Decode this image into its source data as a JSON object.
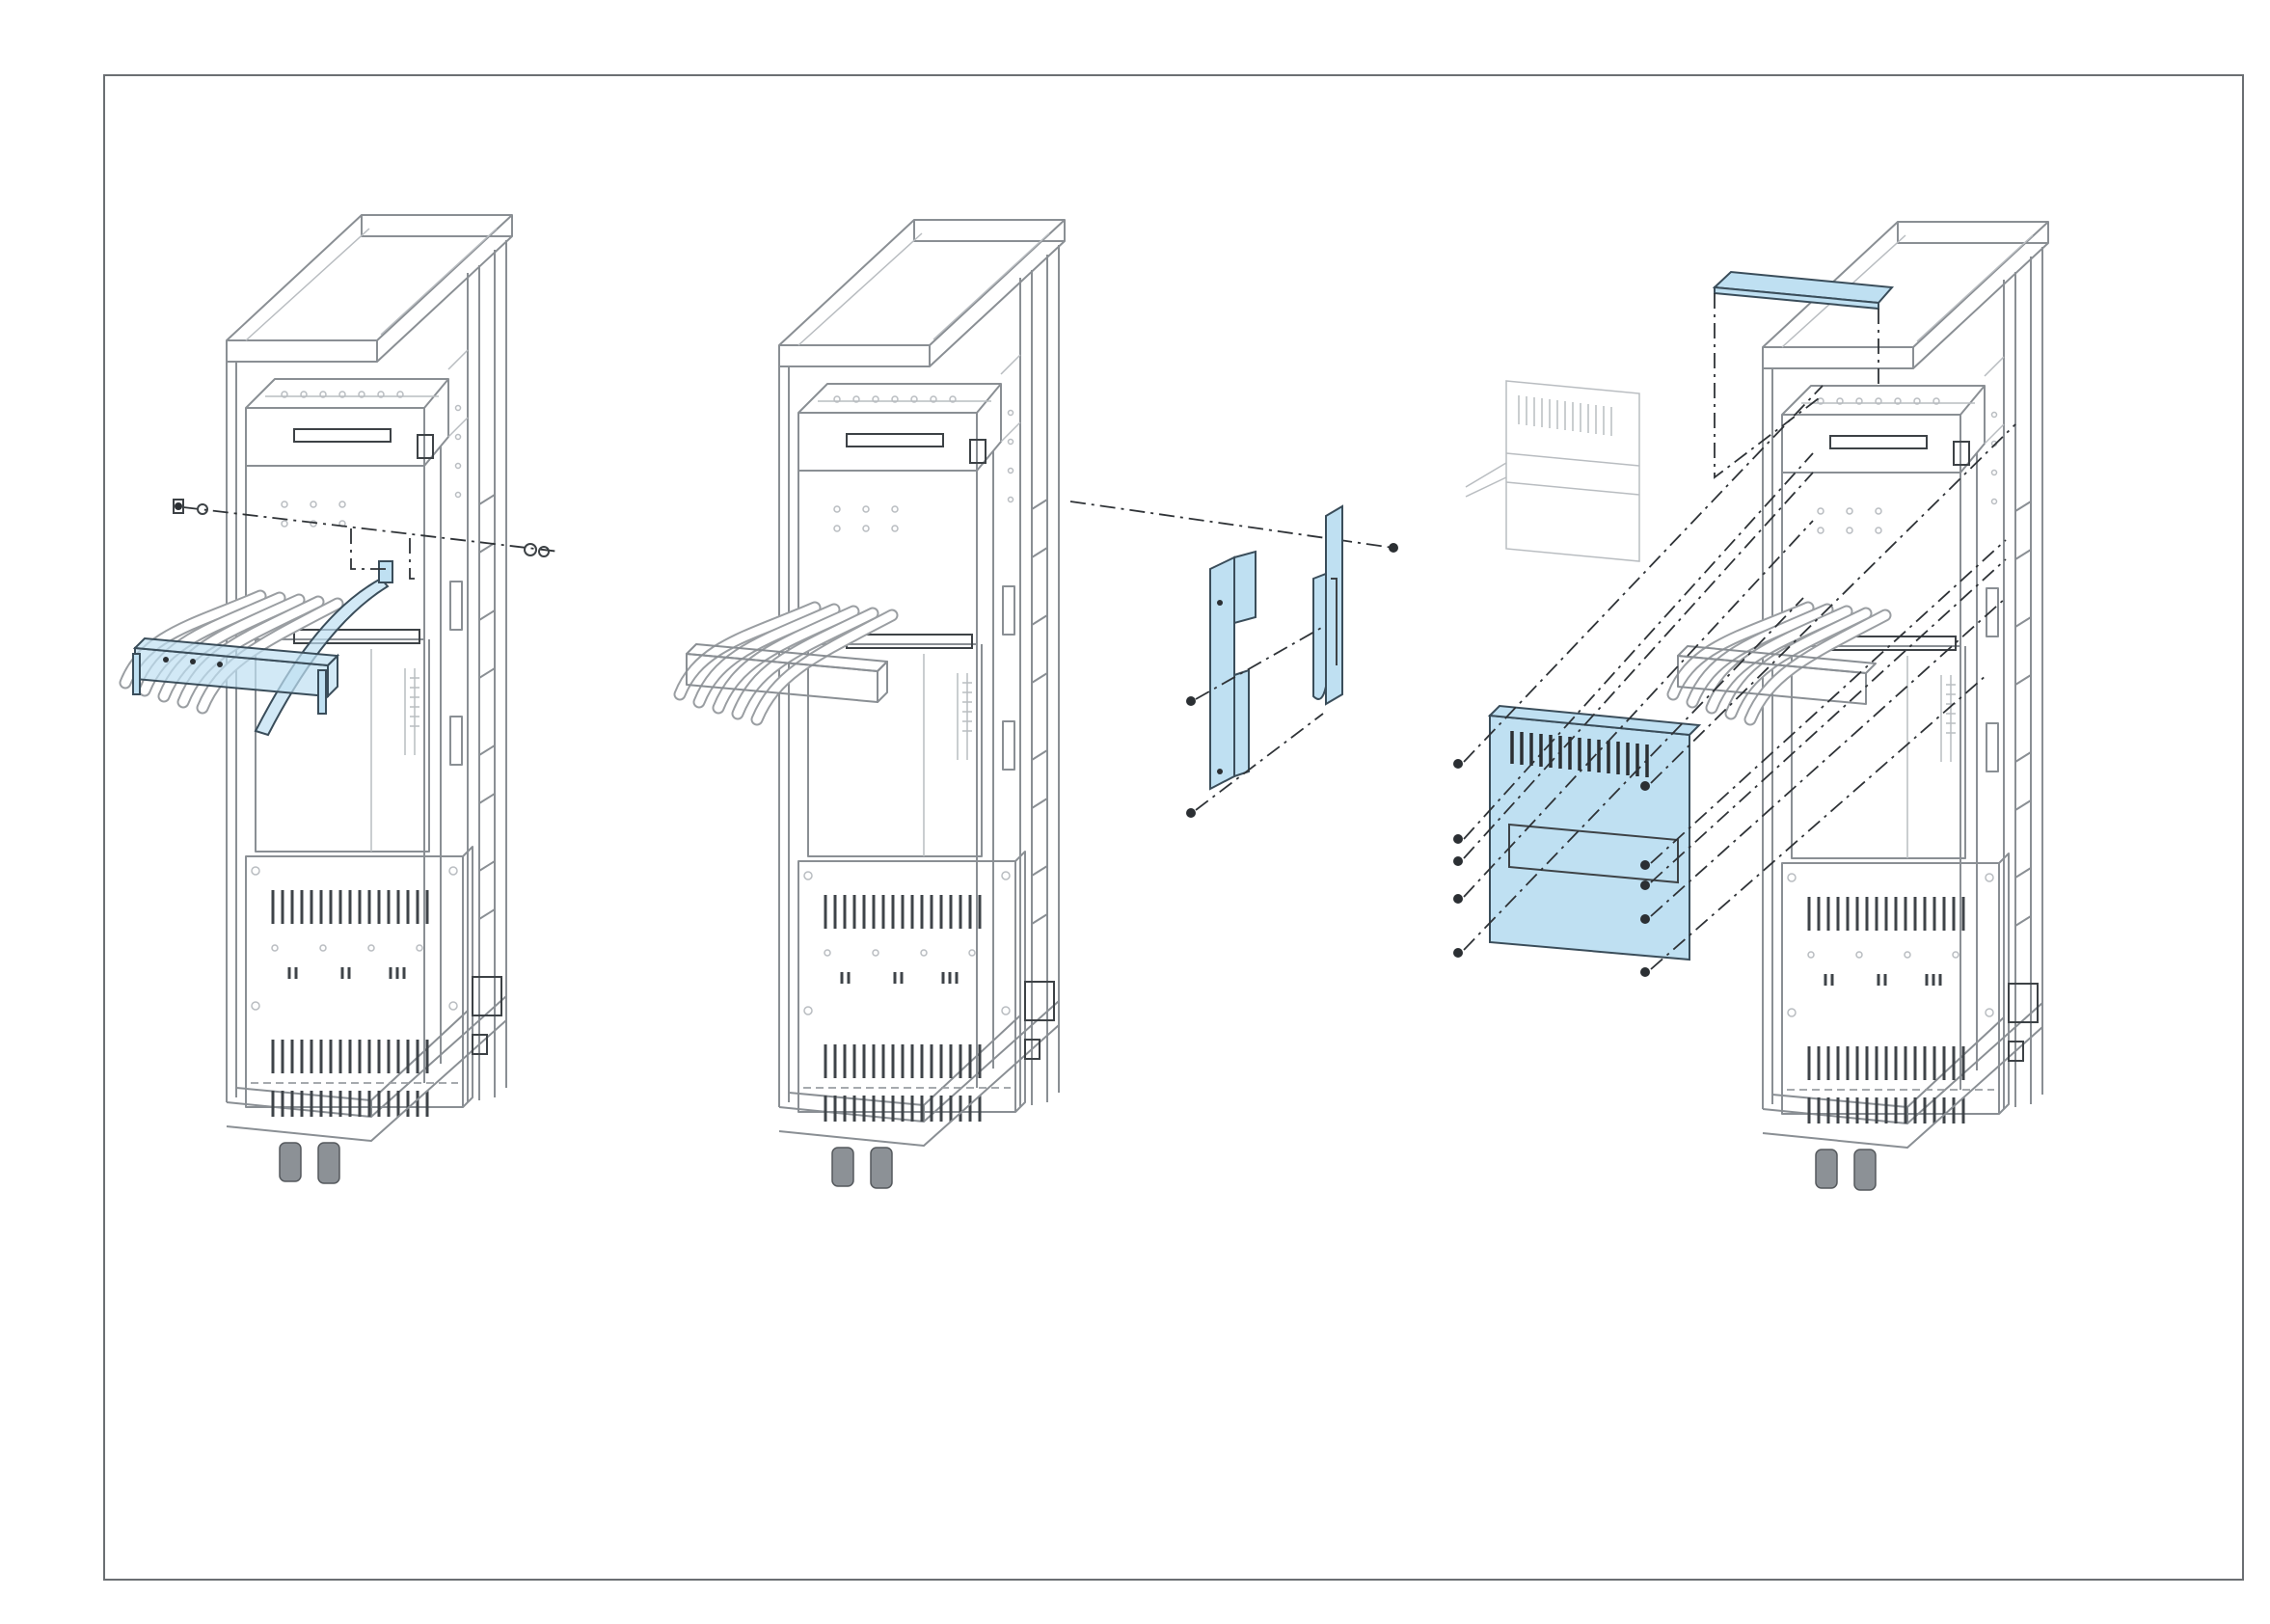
{
  "figure": {
    "steps": [
      {
        "id": "step-1",
        "highlighted_parts": [
          "cable-clamp-bracket",
          "cable-guide-strap"
        ]
      },
      {
        "id": "step-2",
        "highlighted_parts": [
          "left-mounting-bracket",
          "right-mounting-bracket"
        ]
      },
      {
        "id": "step-3",
        "highlighted_parts": [
          "top-cover-plate",
          "front-vented-cover-plate"
        ]
      }
    ],
    "colors": {
      "highlight_fill": "#bfe0f2",
      "line_art": "#8a8f94",
      "dash_line": "#2f3337",
      "frame_border": "#6b6f73"
    },
    "icons": [
      "screw-icon",
      "washer-icon",
      "cable-bundle-icon",
      "vent-slots-icon"
    ]
  }
}
